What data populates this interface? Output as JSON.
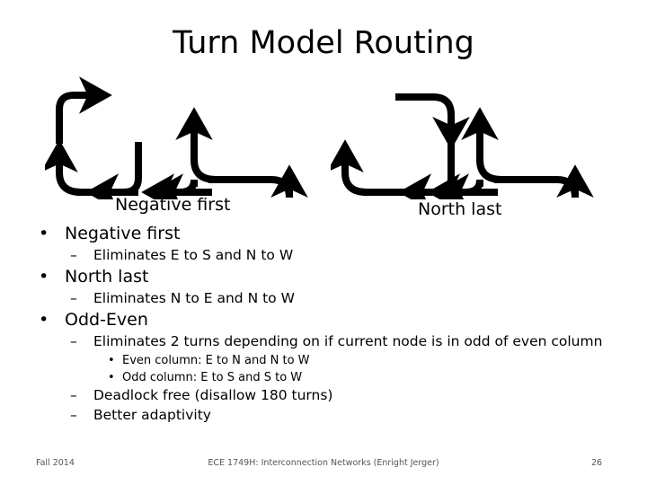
{
  "slide": {
    "title": "Turn Model Routing",
    "background": "#ffffff",
    "ink": "#000000"
  },
  "diagrams": [
    {
      "name": "negative-first",
      "label": "Negative first",
      "allowed_turns_note": "Eliminates E to S and N to W"
    },
    {
      "name": "north-last",
      "label": "North last",
      "allowed_turns_note": "Eliminates N to E and N to W"
    }
  ],
  "bullets": {
    "items": [
      {
        "level": 1,
        "marker": "•",
        "text": "Negative first"
      },
      {
        "level": 2,
        "marker": "–",
        "text": "Eliminates E to S and N to W"
      },
      {
        "level": 1,
        "marker": "•",
        "text": "North last"
      },
      {
        "level": 2,
        "marker": "–",
        "text": "Eliminates N to E and N to W"
      },
      {
        "level": 1,
        "marker": "•",
        "text": "Odd-Even"
      },
      {
        "level": 2,
        "marker": "–",
        "text": "Eliminates 2 turns depending on if current node is in odd of even column"
      },
      {
        "level": 3,
        "marker": "•",
        "text": "Even column: E to N and N to W"
      },
      {
        "level": 3,
        "marker": "•",
        "text": "Odd column: E to S and S to W"
      },
      {
        "level": 2,
        "marker": "–",
        "text": "Deadlock free (disallow 180 turns)"
      },
      {
        "level": 2,
        "marker": "–",
        "text": "Better adaptivity"
      }
    ]
  },
  "footer": {
    "left": "Fall 2014",
    "center": "ECE 1749H: Interconnection Networks (Enright Jerger)",
    "page_number": "26"
  }
}
